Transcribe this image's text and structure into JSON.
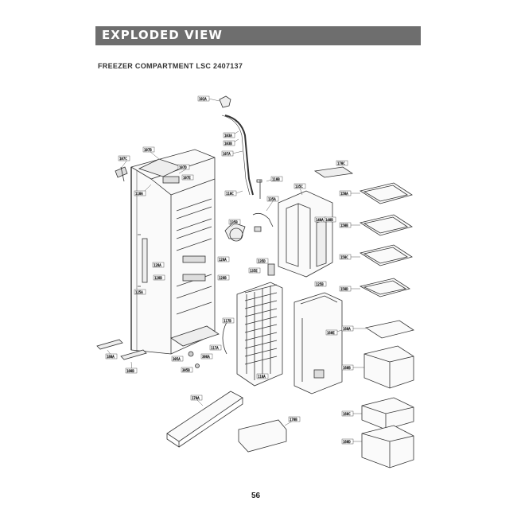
{
  "header": {
    "title": "EXPLODED VIEW"
  },
  "section": {
    "subtitle": "FREEZER COMPARTMENT LSC 2407137"
  },
  "footer": {
    "page_number": "56"
  },
  "part_labels": {
    "top_cap": "102A",
    "duct_1": "103A",
    "duct_2": "103B",
    "duct_3": "107A",
    "top_left_bracket": "107B",
    "top_left_1": "107C",
    "top_left_2": "107D",
    "top_left_3": "107E",
    "left_hinge": "110A",
    "center_1": "110B",
    "center_2": "110C",
    "fan_motor": "135A",
    "fan_grille": "135B",
    "cover_top": "135C",
    "evaporator": "135D",
    "evap_base": "135E",
    "rear_cover": "140A",
    "rear_cover_2": "140B",
    "shelf_1": "150A",
    "shelf_2": "150B",
    "shelf_3": "150C",
    "shelf_4": "150D",
    "bin_1": "160A",
    "bin_2": "160B",
    "bin_3": "160C",
    "bin_4": "160D",
    "bin_5": "160E",
    "bottom_base": "170A",
    "door_bar": "170B",
    "small_box": "170C",
    "grille_left_1": "180A",
    "grille_left_2": "180B",
    "bracket_left": "125A",
    "bracket_left_2": "125B",
    "misc_1": "128A",
    "misc_2": "128B",
    "misc_3": "129A",
    "misc_4": "129B",
    "center_3": "117A",
    "center_4": "117B",
    "center_5": "118A",
    "bottom_1": "305A",
    "bottom_2": "305B",
    "bottom_3": "306A"
  }
}
